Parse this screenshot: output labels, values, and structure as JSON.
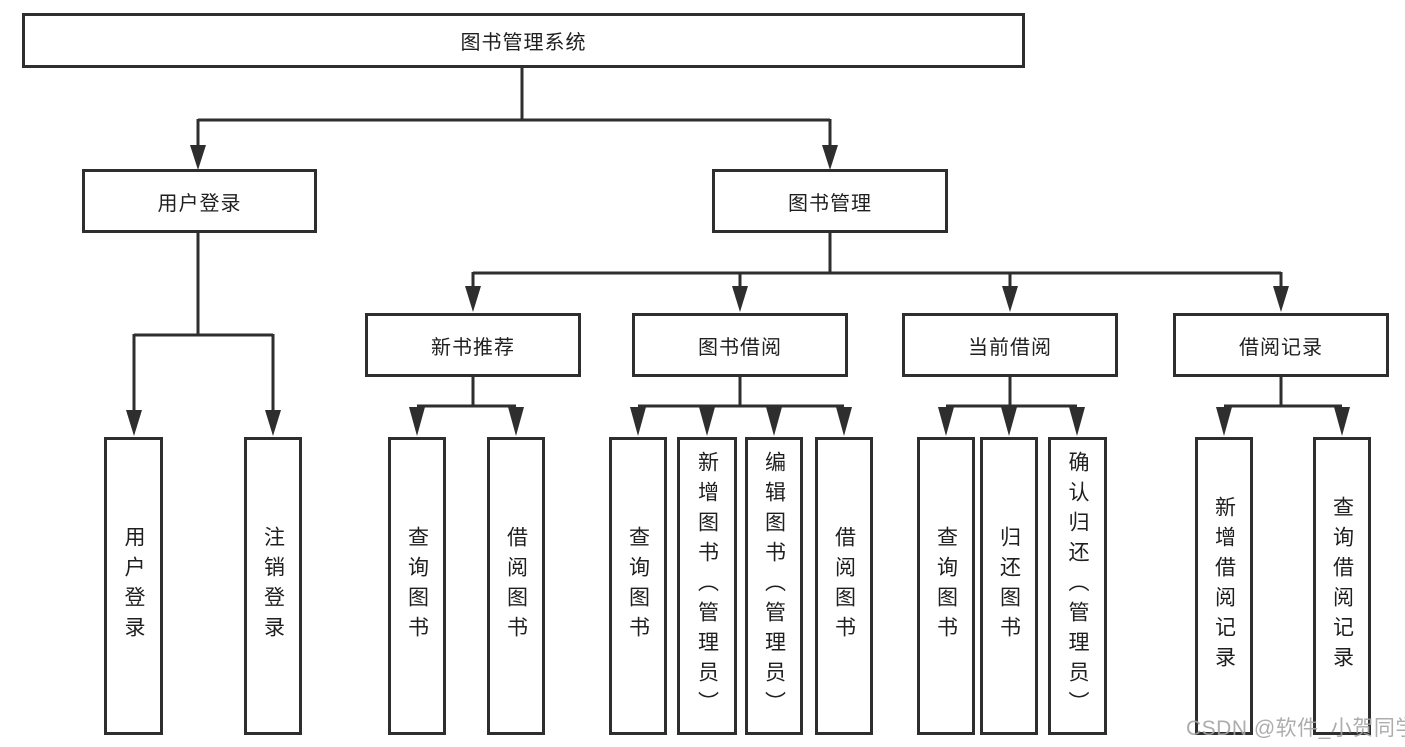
{
  "tree": {
    "root": "图书管理系统",
    "branches": [
      {
        "label": "用户登录",
        "children": [
          {
            "label": "用户登录"
          },
          {
            "label": "注销登录"
          }
        ]
      },
      {
        "label": "图书管理",
        "children": [
          {
            "label": "新书推荐",
            "children": [
              {
                "label": "查询图书"
              },
              {
                "label": "借阅图书"
              }
            ]
          },
          {
            "label": "图书借阅",
            "children": [
              {
                "label": "查询图书"
              },
              {
                "label": "新增图书（管理员）"
              },
              {
                "label": "编辑图书（管理员）"
              },
              {
                "label": "借阅图书"
              }
            ]
          },
          {
            "label": "当前借阅",
            "children": [
              {
                "label": "查询图书"
              },
              {
                "label": "归还图书"
              },
              {
                "label": "确认归还（管理员）"
              }
            ]
          },
          {
            "label": "借阅记录",
            "children": [
              {
                "label": "新增借阅记录"
              },
              {
                "label": "查询借阅记录"
              }
            ]
          }
        ]
      }
    ]
  },
  "watermark": {
    "text": "CSDN @软件_小贺同学"
  },
  "colors": {
    "line": "#2e2e2e",
    "box_border": "#2e2e2e",
    "text": "#1f1f1f",
    "watermark": "#a4a4a4",
    "background": "#ffffff"
  }
}
